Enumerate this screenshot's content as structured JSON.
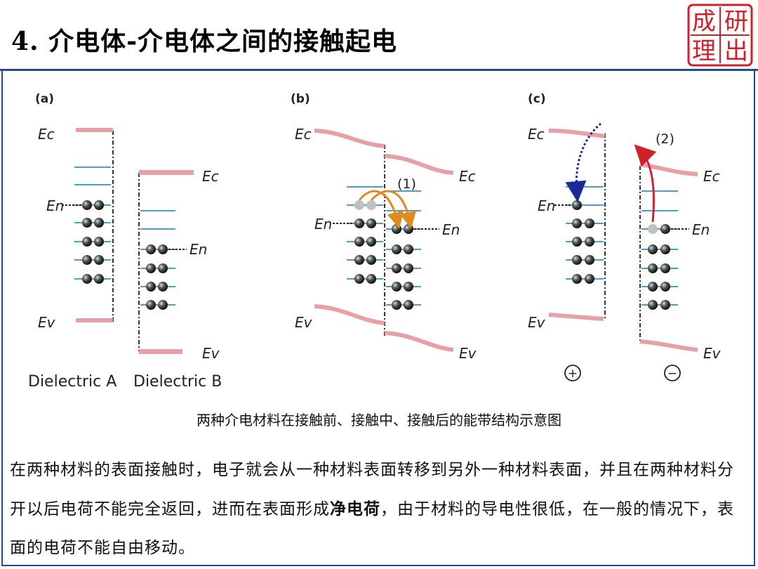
{
  "title": "4. 介电体-介电体之间的接触起电",
  "seal": {
    "chars": [
      "成",
      "研",
      "理",
      "出"
    ],
    "color": "#d0202a"
  },
  "panels": {
    "a": {
      "label": "(a)",
      "ec_left": "Ec",
      "ev_left": "Ev",
      "en_left": "En",
      "ec_right": "Ec",
      "ev_right": "Ev",
      "en_right": "En",
      "name_left": "Dielectric A",
      "name_right": "Dielectric B"
    },
    "b": {
      "label": "(b)",
      "process": "(1)",
      "ec_left": "Ec",
      "ev_left": "Ev",
      "en_left": "En",
      "ec_right": "Ec",
      "ev_right": "Ev",
      "en_right": "En"
    },
    "c": {
      "label": "(c)",
      "process": "(2)",
      "ec_left": "Ec",
      "ev_left": "Ev",
      "en_left": "En",
      "ec_right": "Ec",
      "ev_right": "Ev",
      "en_right": "En",
      "sign_left": "+",
      "sign_right": "−"
    }
  },
  "caption": "两种介电材料在接触前、接触中、接触后的能带结构示意图",
  "paragraph": {
    "part1": "在两种材料的表面接触时，电子就会从一种材料表面转移到另外一种材料表面，并且在两种材料分开以后电荷不能完全返回，进而在表面形成",
    "bold": "净电荷",
    "part2": "，由于材料的导电性很低，在一般的情况下，表面的电荷不能自由移动。"
  },
  "colors": {
    "band": "#e8a0a8",
    "state": "#4aa0c8",
    "orange": "#e08a20",
    "green": "#2a9a50",
    "blue_arrow": "#1a2a9a",
    "red_arrow": "#d0202a",
    "border": "#2a4a8a"
  }
}
